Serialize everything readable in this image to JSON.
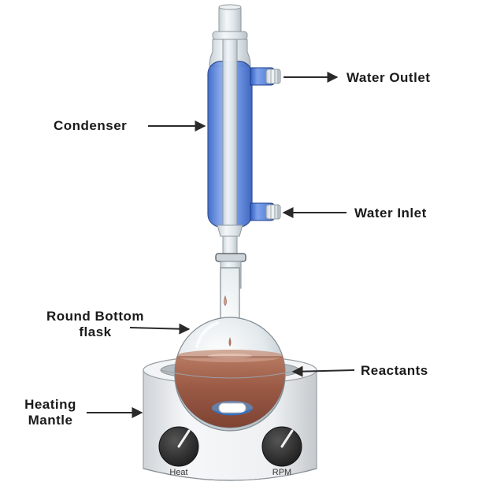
{
  "labels": {
    "water_outlet": "Water Outlet",
    "condenser": "Condenser",
    "water_inlet": "Water Inlet",
    "round_bottom_flask_line1": "Round Bottom",
    "round_bottom_flask_line2": "flask",
    "reactants": "Reactants",
    "heating_mantle_line1": "Heating",
    "heating_mantle_line2": "Mantle"
  },
  "mantle": {
    "heat_knob_label": "Heat",
    "rpm_knob_label": "RPM"
  },
  "colors": {
    "water_jacket": "#4a78d8",
    "reactant_liquid": "#8a4a3a",
    "glass": "#dfe6ea",
    "mantle_body": "#e9ecef",
    "knob": "#2b2b2b",
    "arrow": "#2a2a2a"
  }
}
